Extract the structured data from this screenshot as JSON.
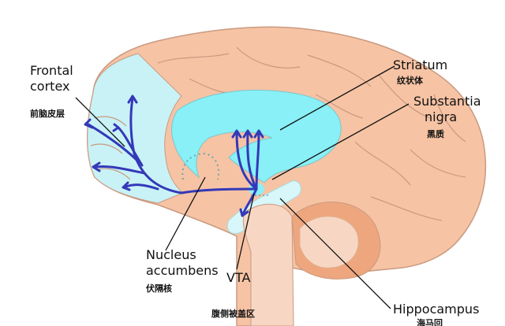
{
  "labels": {
    "frontal_cortex": {
      "line1": "Frontal",
      "line2": "cortex",
      "zh": "前脑皮层"
    },
    "striatum": {
      "en": "Striatum",
      "zh": "纹状体"
    },
    "substantia_nigra": {
      "line1": "Substantia",
      "line2": "nigra",
      "zh": "黑质"
    },
    "nucleus_accumbens": {
      "line1": "Nucleus",
      "line2": "accumbens",
      "zh": "伏隔核"
    },
    "vta": {
      "en": "VTA",
      "zh": "腹侧被盖区"
    },
    "hippocampus": {
      "en": "Hippocampus",
      "zh": "海马回"
    }
  },
  "colors": {
    "brain": "#f6c3a4",
    "brain_outline": "#c99a80",
    "frontal_region": "#c8f2f6",
    "striatum_region": "#88f0f6",
    "brainstem": "#f7d7c4",
    "cerebellum": "#eea67e",
    "pathway": "#3438b8",
    "hippocampus_region": "#d8f7fa"
  }
}
